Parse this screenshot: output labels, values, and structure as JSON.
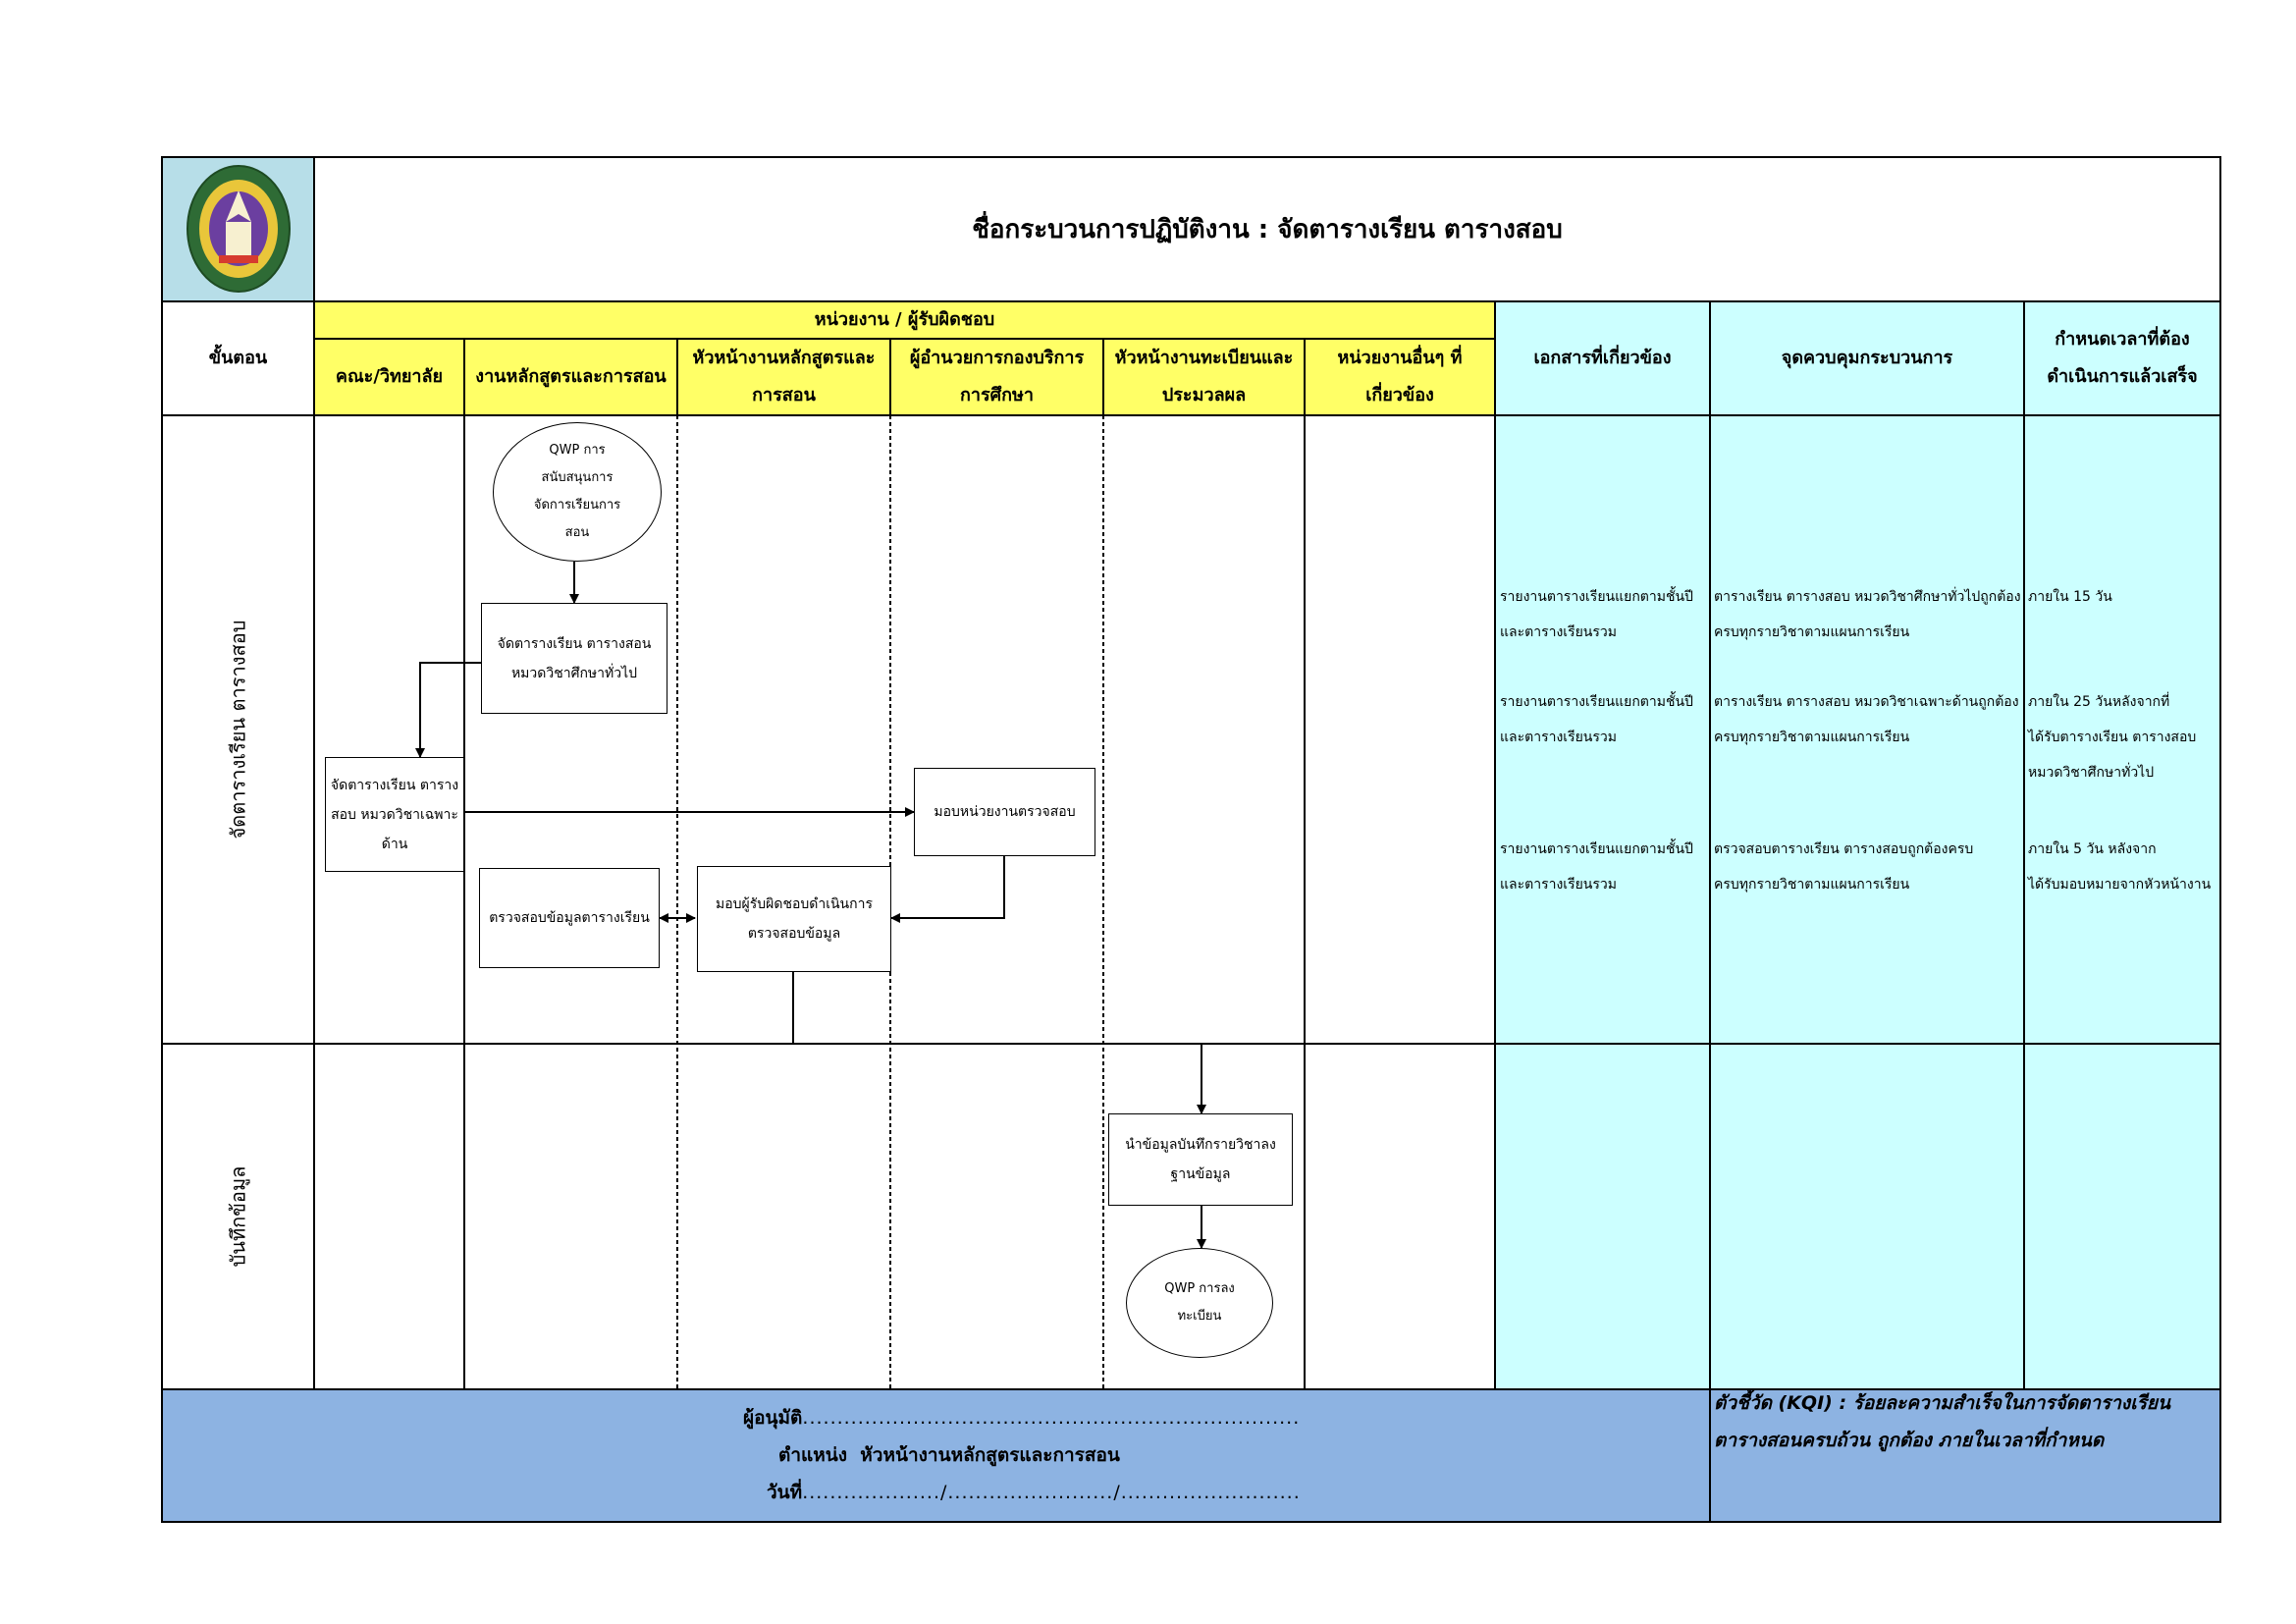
{
  "title": "ชื่อกระบวนการปฏิบัติงาน : จัดตารางเรียน ตารางสอบ",
  "headers": {
    "step": "ขั้นตอน",
    "responsible": "หน่วยงาน / ผู้รับผิดชอบ",
    "lanes": [
      "คณะ/วิทยาลัย",
      "งานหลักสูตรและการสอน",
      "หัวหน้างานหลักสูตรและการสอน",
      "ผู้อำนวยการกองบริการการศึกษา",
      "หัวหน้างานทะเบียนและประมวลผล",
      "หน่วยงานอื่นๆ ที่เกี่ยวข้อง"
    ],
    "documents": "เอกสารที่เกี่ยวข้อง",
    "control": "จุดควบคุมกระบวนการ",
    "deadline": "กำหนดเวลาที่ต้องดำเนินการแล้วเสร็จ"
  },
  "steps": [
    "จัดตารางเรียน ตารางสอบ",
    "บันทึกข้อมูล"
  ],
  "shapes": {
    "start_oval": "QWP การสนับสนุนการจัดการเรียนการสอน",
    "box_schedule_general": "จัดตารางเรียน ตารางสอน หมวดวิชาศึกษาทั่วไป",
    "box_schedule_specific": "จัดตารางเรียน ตารางสอบ หมวดวิชาเฉพาะด้าน",
    "box_assign_check": "มอบหน่วยงานตรวจสอบ",
    "box_check_data": "ตรวจสอบข้อมูลตารางเรียน",
    "box_assign_responsible": "มอบผู้รับผิดชอบดำเนินการตรวจสอบข้อมูล",
    "box_record": "นำข้อมูลบันทึกรายวิชาลงฐานข้อมูล",
    "end_oval": "QWP การลงทะเบียน"
  },
  "documents": [
    "รายงานตารางเรียนแยกตามชั้นปี\nและตารางเรียนรวม",
    "รายงานตารางเรียนแยกตามชั้นปี\nและตารางเรียนรวม",
    "รายงานตารางเรียนแยกตามชั้นปี\nและตารางเรียนรวม"
  ],
  "controls": [
    "ตารางเรียน ตารางสอบ หมวดวิชาศึกษาทั่วไปถูกต้อง\nครบทุกรายวิชาตามแผนการเรียน",
    "ตารางเรียน ตารางสอบ หมวดวิชาเฉพาะด้านถูกต้อง\nครบทุกรายวิชาตามแผนการเรียน",
    "ตรวจสอบตารางเรียน ตารางสอบถูกต้องครบ\nครบทุกรายวิชาตามแผนการเรียน"
  ],
  "deadlines": [
    "ภายใน 15 วัน",
    "ภายใน 25 วันหลังจากที่\nได้รับตารางเรียน ตารางสอบ\nหมวดวิชาศึกษาทั่วไป",
    " ภายใน 5 วัน หลังจาก\nได้รับมอบหมายจากหัวหน้างาน"
  ],
  "footer": {
    "approver_label": "ผู้อนุมัติ",
    "approver_dots": "........................................................................",
    "position_label": "ตำแหน่ง",
    "position_value": "หัวหน้างานหลักสูตรและการสอน",
    "date_label": "วันที่",
    "date_dots": "..................../......................../..........................",
    "kqi_line1": "ตัวชี้วัด (KQI) : ร้อยละความสำเร็จในการจัดตารางเรียน",
    "kqi_line2": "ตารางสอนครบถ้วน ถูกต้อง ภายในเวลาที่กำหนด"
  },
  "colors": {
    "header_yellow": "#ffff66",
    "side_cyan": "#ccffff",
    "footer_blue": "#8db3e2",
    "logo_bg": "#b7dee8"
  }
}
